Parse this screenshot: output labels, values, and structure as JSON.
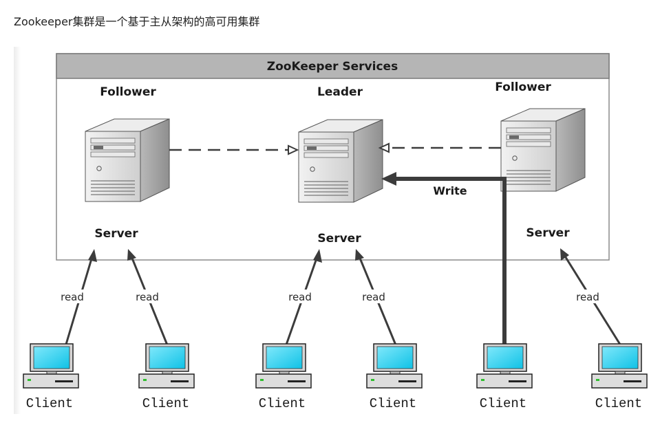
{
  "page": {
    "title": "Zookeeper集群是一个基于主从架构的高可用集群"
  },
  "diagram": {
    "ensemble_title": "ZooKeeper Services",
    "servers": [
      {
        "role": "Follower",
        "caption": "Server"
      },
      {
        "role": "Leader",
        "caption": "Server"
      },
      {
        "role": "Follower",
        "caption": "Server"
      }
    ],
    "write_label": "Write",
    "read_label": "read",
    "client_label": "Client",
    "clients": [
      {
        "label": "Client",
        "edge": "read"
      },
      {
        "label": "Client",
        "edge": "read"
      },
      {
        "label": "Client",
        "edge": "read"
      },
      {
        "label": "Client",
        "edge": "read"
      },
      {
        "label": "Client",
        "edge": "write"
      },
      {
        "label": "Client",
        "edge": "read"
      }
    ]
  },
  "colors": {
    "header_band": "#b5b5b5",
    "frame_border": "#7a7a7a",
    "tower_body": "#d9d9d9",
    "screen": "#1ad0f0",
    "arrow": "#3c3c3c"
  },
  "icons": [
    "server-tower-icon",
    "desktop-computer-icon"
  ]
}
